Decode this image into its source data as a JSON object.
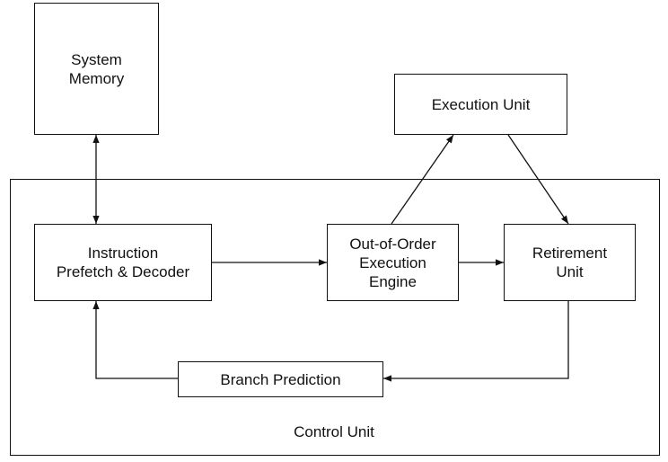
{
  "nodes": {
    "system_memory": "System\nMemory",
    "execution_unit": "Execution Unit",
    "instruction_prefetch": "Instruction\nPrefetch & Decoder",
    "ooo_engine": "Out-of-Order\nExecution\nEngine",
    "retirement_unit": "Retirement\nUnit",
    "branch_prediction": "Branch Prediction"
  },
  "container": {
    "label": "Control Unit"
  },
  "edges": [
    {
      "from": "system_memory",
      "to": "instruction_prefetch",
      "bidirectional": true
    },
    {
      "from": "instruction_prefetch",
      "to": "ooo_engine"
    },
    {
      "from": "ooo_engine",
      "to": "execution_unit"
    },
    {
      "from": "execution_unit",
      "to": "retirement_unit"
    },
    {
      "from": "ooo_engine",
      "to": "retirement_unit"
    },
    {
      "from": "retirement_unit",
      "to": "branch_prediction"
    },
    {
      "from": "branch_prediction",
      "to": "instruction_prefetch"
    }
  ],
  "colors": {
    "stroke": "#111111",
    "background": "#ffffff"
  }
}
